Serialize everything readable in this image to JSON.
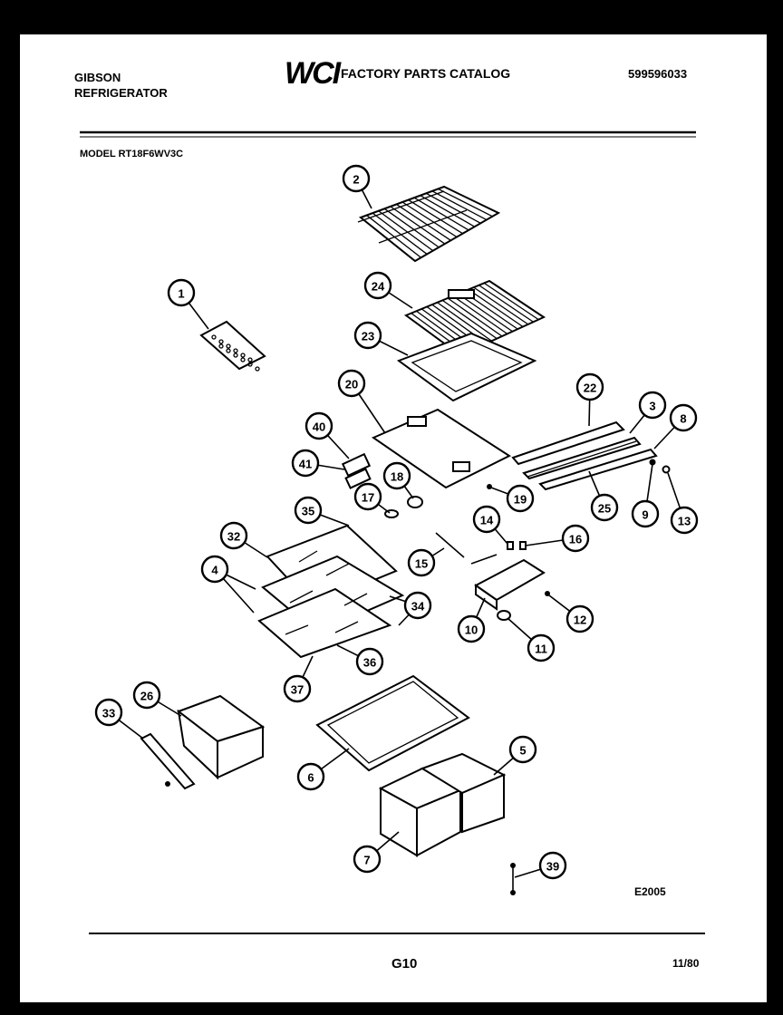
{
  "header": {
    "brand_line1": "GIBSON",
    "brand_line2": "REFRIGERATOR",
    "logo_text": "WCI",
    "catalog_title": "FACTORY PARTS CATALOG",
    "catalog_number": "599596033",
    "model_label": "MODEL RT18F6WV3C"
  },
  "footer": {
    "diagram_code": "E2005",
    "page_code": "G10",
    "date_code": "11/80"
  },
  "callouts": [
    "1",
    "2",
    "3",
    "4",
    "5",
    "6",
    "7",
    "8",
    "9",
    "10",
    "11",
    "12",
    "13",
    "14",
    "15",
    "16",
    "17",
    "18",
    "19",
    "20",
    "22",
    "23",
    "24",
    "25",
    "26",
    "32",
    "33",
    "34",
    "35",
    "36",
    "37",
    "39",
    "40",
    "41"
  ]
}
